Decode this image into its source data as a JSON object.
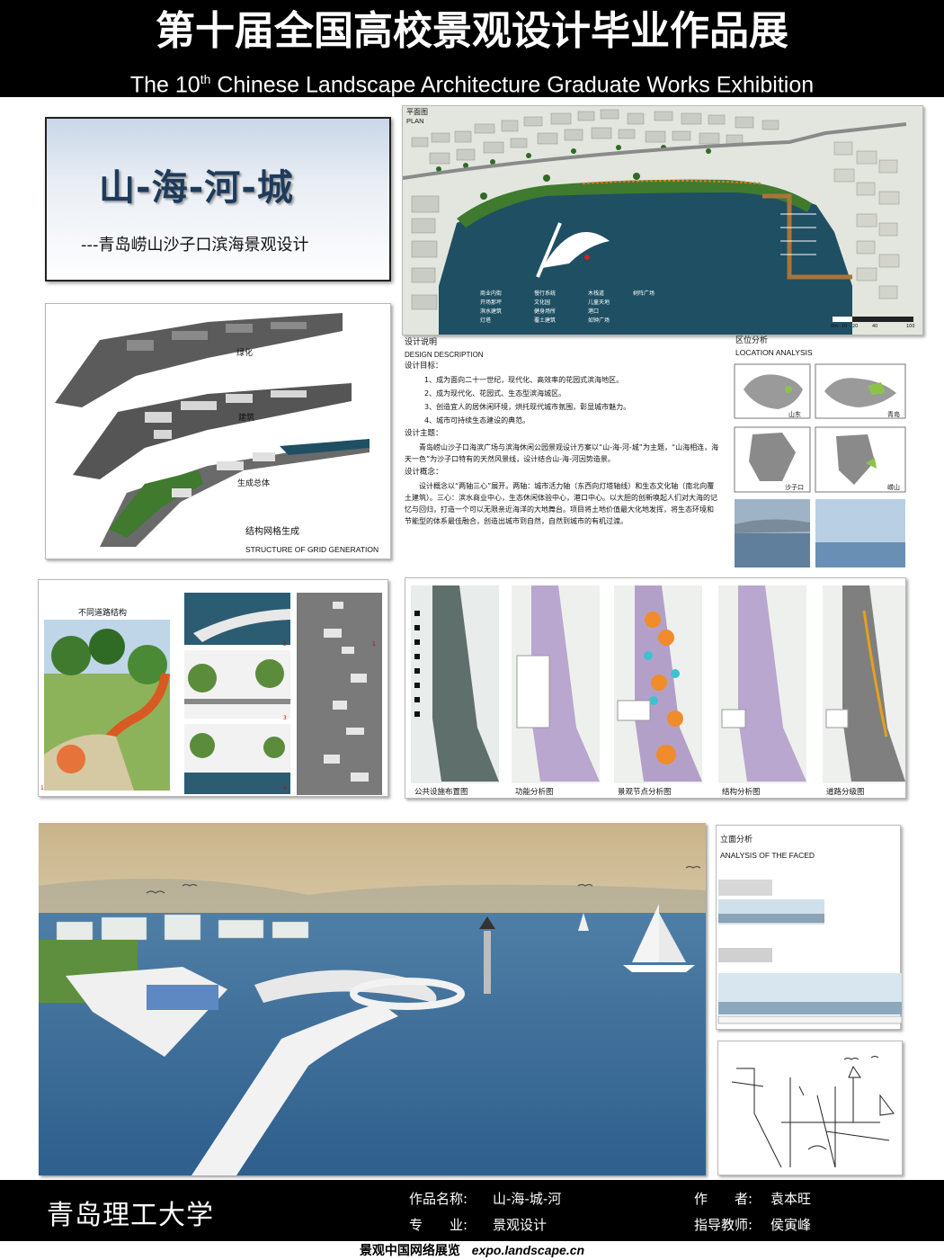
{
  "header": {
    "title_cn": "第十届全国高校景观设计毕业作品展",
    "title_en_prefix": "The 10",
    "title_en_sup": "th",
    "title_en_suffix": " Chinese Landscape Architecture Graduate Works Exhibition"
  },
  "title_card": {
    "title": "山-海-河-城",
    "subtitle": "---青岛崂山沙子口滨海景观设计"
  },
  "plan": {
    "label_cn": "平面图",
    "label_en": "PLAN",
    "legend": [
      "商业内街",
      "开场那坪",
      "滨水建筑",
      "灯塔",
      "慢行系统",
      "文化园",
      "健身场所",
      "覆土建筑",
      "木栈道",
      "儿童天地",
      "港口",
      "如钟广场",
      "树阵广场"
    ],
    "scale_ticks": [
      "0m",
      "10",
      "20",
      "40",
      "100"
    ]
  },
  "grid": {
    "labels": [
      "绿化",
      "建筑",
      "生成总体"
    ],
    "caption_cn": "结构网格生成",
    "caption_en": "STRUCTURE OF GRID GENERATION"
  },
  "design": {
    "heading_cn": "设计说明",
    "heading_en": "DESIGN DESCRIPTION",
    "goals_title": "设计目标：",
    "goals": [
      "1、成为面向二十一世纪，现代化、高效率的花园式滨海地区。",
      "2、成为现代化、花园式、生态型滨海城区。",
      "3、创造宜人的居休闲环境，烘托现代城市氛围，彰显城市魅力。",
      "4、城市可持续生态建设的典范。"
    ],
    "theme_title": "设计主题：",
    "theme_text": "青岛崂山沙子口海滨广场与滨海休闲公园景观设计方案以“山-海-河-城”为主题，“山海相连，海天一色”为沙子口特有的天然风景线，设计结合山-海-河因势造景。",
    "concept_title": "设计概念：",
    "concept_text": "设计概念以“两轴三心”展开。两轴：城市活力轴（东西向灯塔轴线）和生态文化轴（南北向覆土建筑）。三心：滨水商业中心，生态休闲体验中心，港口中心。以大胆的创新唤起人们对大海的记忆与回归，打造一个可以无限亲近海洋的大地舞台。项目将土地价值最大化地发挥，将生态环境和节能型的体系最佳融合，创造出城市到自然，自然到城市的有机过渡。"
  },
  "location": {
    "heading_cn": "区位分析",
    "heading_en": "LOCATION ANALYSIS",
    "map_labels": [
      "山东",
      "青岛",
      "沙子口",
      "崂山"
    ]
  },
  "roads": {
    "title": "不同道路结构",
    "numbers": [
      "1",
      "2",
      "3",
      "4",
      "1"
    ]
  },
  "analysis": {
    "captions": [
      "公共设施布置图",
      "功能分析图",
      "景观节点分析图",
      "结构分析图",
      "道路分级图"
    ]
  },
  "facade": {
    "heading_cn": "立面分析",
    "heading_en": "ANALYSIS OF THE FACED"
  },
  "footer": {
    "school": "青岛理工大学",
    "work_name_label": "作品名称:",
    "work_name": "山-海-城-河",
    "major_label": "专　　业:",
    "major": "景观设计",
    "author_label": "作　　者:",
    "author": "袁本旺",
    "advisor_label": "指导教师:",
    "advisor": "侯寅峰",
    "site_cn": "景观中国网络展览",
    "site_url": "expo.landscape.cn"
  },
  "colors": {
    "water": "#1f4f63",
    "green": "#3f7a2e",
    "orange": "#e07a1f",
    "sky": "#c9b48a",
    "sea": "#3d6d98"
  }
}
